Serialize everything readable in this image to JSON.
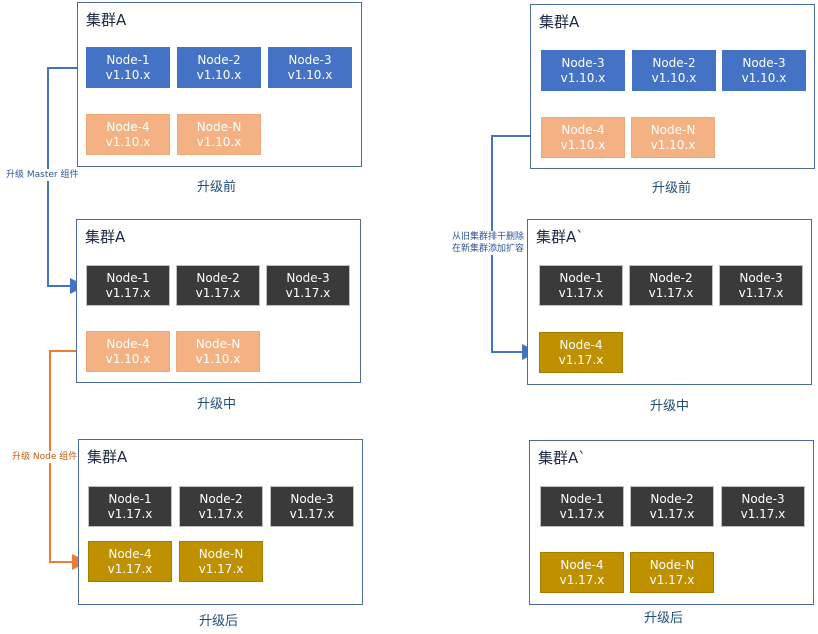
{
  "left": {
    "before": {
      "title": "集群A",
      "caption": "升级前",
      "row1": [
        {
          "name": "Node-1",
          "version": "v1.10.x"
        },
        {
          "name": "Node-2",
          "version": "v1.10.x"
        },
        {
          "name": "Node-3",
          "version": "v1.10.x"
        }
      ],
      "row2": [
        {
          "name": "Node-4",
          "version": "v1.10.x"
        },
        {
          "name": "Node-N",
          "version": "v1.10.x"
        }
      ]
    },
    "during": {
      "title": "集群A",
      "caption": "升级中",
      "row1": [
        {
          "name": "Node-1",
          "version": "v1.17.x"
        },
        {
          "name": "Node-2",
          "version": "v1.17.x"
        },
        {
          "name": "Node-3",
          "version": "v1.17.x"
        }
      ],
      "row2": [
        {
          "name": "Node-4",
          "version": "v1.10.x"
        },
        {
          "name": "Node-N",
          "version": "v1.10.x"
        }
      ]
    },
    "after": {
      "title": "集群A",
      "caption": "升级后",
      "row1": [
        {
          "name": "Node-1",
          "version": "v1.17.x"
        },
        {
          "name": "Node-2",
          "version": "v1.17.x"
        },
        {
          "name": "Node-3",
          "version": "v1.17.x"
        }
      ],
      "row2": [
        {
          "name": "Node-4",
          "version": "v1.17.x"
        },
        {
          "name": "Node-N",
          "version": "v1.17.x"
        }
      ]
    },
    "arrow_master_label": "升级 Master 组件",
    "arrow_node_label": "升级 Node 组件"
  },
  "right": {
    "before": {
      "title": "集群A",
      "caption": "升级前",
      "row1": [
        {
          "name": "Node-3",
          "version": "v1.10.x"
        },
        {
          "name": "Node-2",
          "version": "v1.10.x"
        },
        {
          "name": "Node-3",
          "version": "v1.10.x"
        }
      ],
      "row2": [
        {
          "name": "Node-4",
          "version": "v1.10.x"
        },
        {
          "name": "Node-N",
          "version": "v1.10.x"
        }
      ]
    },
    "during": {
      "title": "集群A`",
      "caption": "升级中",
      "row1": [
        {
          "name": "Node-1",
          "version": "v1.17.x"
        },
        {
          "name": "Node-2",
          "version": "v1.17.x"
        },
        {
          "name": "Node-3",
          "version": "v1.17.x"
        }
      ],
      "row2": [
        {
          "name": "Node-4",
          "version": "v1.17.x"
        }
      ]
    },
    "after": {
      "title": "集群A`",
      "caption": "升级后",
      "row1": [
        {
          "name": "Node-1",
          "version": "v1.17.x"
        },
        {
          "name": "Node-2",
          "version": "v1.17.x"
        },
        {
          "name": "Node-3",
          "version": "v1.17.x"
        }
      ],
      "row2": [
        {
          "name": "Node-4",
          "version": "v1.17.x"
        },
        {
          "name": "Node-N",
          "version": "v1.17.x"
        }
      ]
    },
    "arrow_label_line1": "从旧集群排干删除",
    "arrow_label_line2": "在新集群添加扩容"
  },
  "colors": {
    "v110_master": "#4472c4",
    "v110_worker": "#f4b183",
    "v117_master": "#3a3a3a",
    "v117_worker": "#bf9000",
    "arrow_blue": "#4472c4",
    "arrow_orange": "#ed7d31"
  }
}
